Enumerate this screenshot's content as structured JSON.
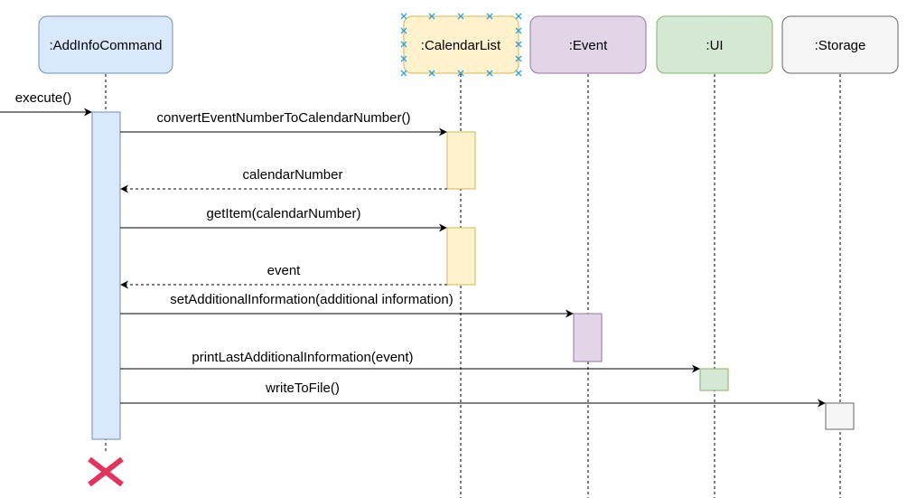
{
  "participants": [
    {
      "id": "addinfo",
      "label": ":AddInfoCommand",
      "fill": "#dae8fc",
      "stroke": "#6c8ebf"
    },
    {
      "id": "calendarlist",
      "label": ":CalendarList",
      "fill": "#fff2cc",
      "stroke": "#d6b656"
    },
    {
      "id": "event",
      "label": ":Event",
      "fill": "#e1d5e7",
      "stroke": "#9673a6"
    },
    {
      "id": "ui",
      "label": ":UI",
      "fill": "#d5e8d4",
      "stroke": "#82b366"
    },
    {
      "id": "storage",
      "label": ":Storage",
      "fill": "#f5f5f5",
      "stroke": "#666666"
    }
  ],
  "messages": [
    {
      "label": "execute()",
      "from": "external",
      "to": "addinfo",
      "kind": "call"
    },
    {
      "label": "convertEventNumberToCalendarNumber()",
      "from": "addinfo",
      "to": "calendarlist",
      "kind": "call"
    },
    {
      "label": "calendarNumber",
      "from": "calendarlist",
      "to": "addinfo",
      "kind": "return"
    },
    {
      "label": "getItem(calendarNumber)",
      "from": "addinfo",
      "to": "calendarlist",
      "kind": "call"
    },
    {
      "label": "event",
      "from": "calendarlist",
      "to": "addinfo",
      "kind": "return"
    },
    {
      "label": "setAdditionalInformation(additional information)",
      "from": "addinfo",
      "to": "event",
      "kind": "call"
    },
    {
      "label": "printLastAdditionalInformation(event)",
      "from": "addinfo",
      "to": "ui",
      "kind": "call"
    },
    {
      "label": "writeToFile()",
      "from": "addinfo",
      "to": "storage",
      "kind": "call"
    }
  ],
  "destroy_marker": {
    "participant": "addinfo",
    "color": "#e0365d"
  },
  "colors": {
    "line": "#000000",
    "lifeline": "#000000",
    "selection_handles": "#29a3e0"
  }
}
